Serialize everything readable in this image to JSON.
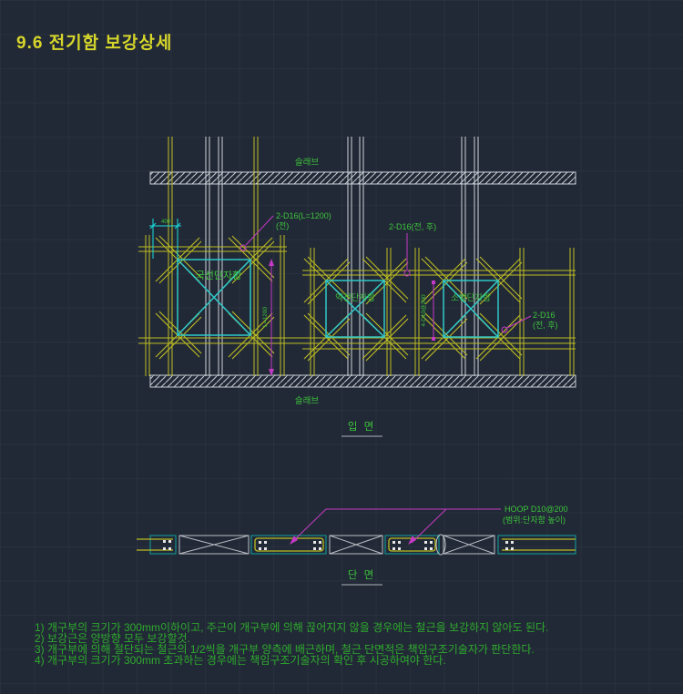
{
  "title": "9.6 전기함 보강상세",
  "colors": {
    "background": "#222936",
    "title_yellow": "#d6d62a",
    "rebar_yellow": "#bdbd22",
    "text_green": "#3cc53c",
    "notes_green": "#2dab2d",
    "box_cyan": "#2ec9c9",
    "leader_magenta": "#c53ac5",
    "line_white": "#ccd2d8",
    "section_teal": "#128f8f"
  },
  "elevation": {
    "view_label": "입 면",
    "slab_label_top": "슬래브",
    "slab_label_bottom": "슬래브",
    "boxes": [
      {
        "label": "국선단자함"
      },
      {
        "label": "약전단자함"
      },
      {
        "label": "소방단자함"
      }
    ],
    "dim_left": "400",
    "ann_rebar_top_1": "2-D16(L=1200)",
    "ann_rebar_top_2": "(전)",
    "ann_rebar_mid": "2-D16(전, 후)",
    "ann_rebar_right_1": "2-D16",
    "ann_rebar_right_2": "(전, 후)",
    "dim_vertical": "L=1200",
    "dim_hoop_vertical": "4-D10@200"
  },
  "section": {
    "view_label": "단 면",
    "hoop_label_1": "HOOP D10@200",
    "hoop_label_2": "(범위:단자함 높이)"
  },
  "notes": [
    "1) 개구부의 크기가 300mm이하이고, 주근이 개구부에 의해 끊어지지 않을 경우에는 철근을 보강하지 않아도 된다.",
    "2) 보강근은 양방향 모두 보강할것.",
    "3) 개구부에 의해 절단되는 철근의 1/2씩을 개구부 양측에 배근하며, 철근 단면적은 책임구조기술자가 판단한다.",
    "4) 개구부의 크기가 300mm 초과하는 경우에는 책임구조기술자의 확인 후 시공하여야 한다."
  ]
}
